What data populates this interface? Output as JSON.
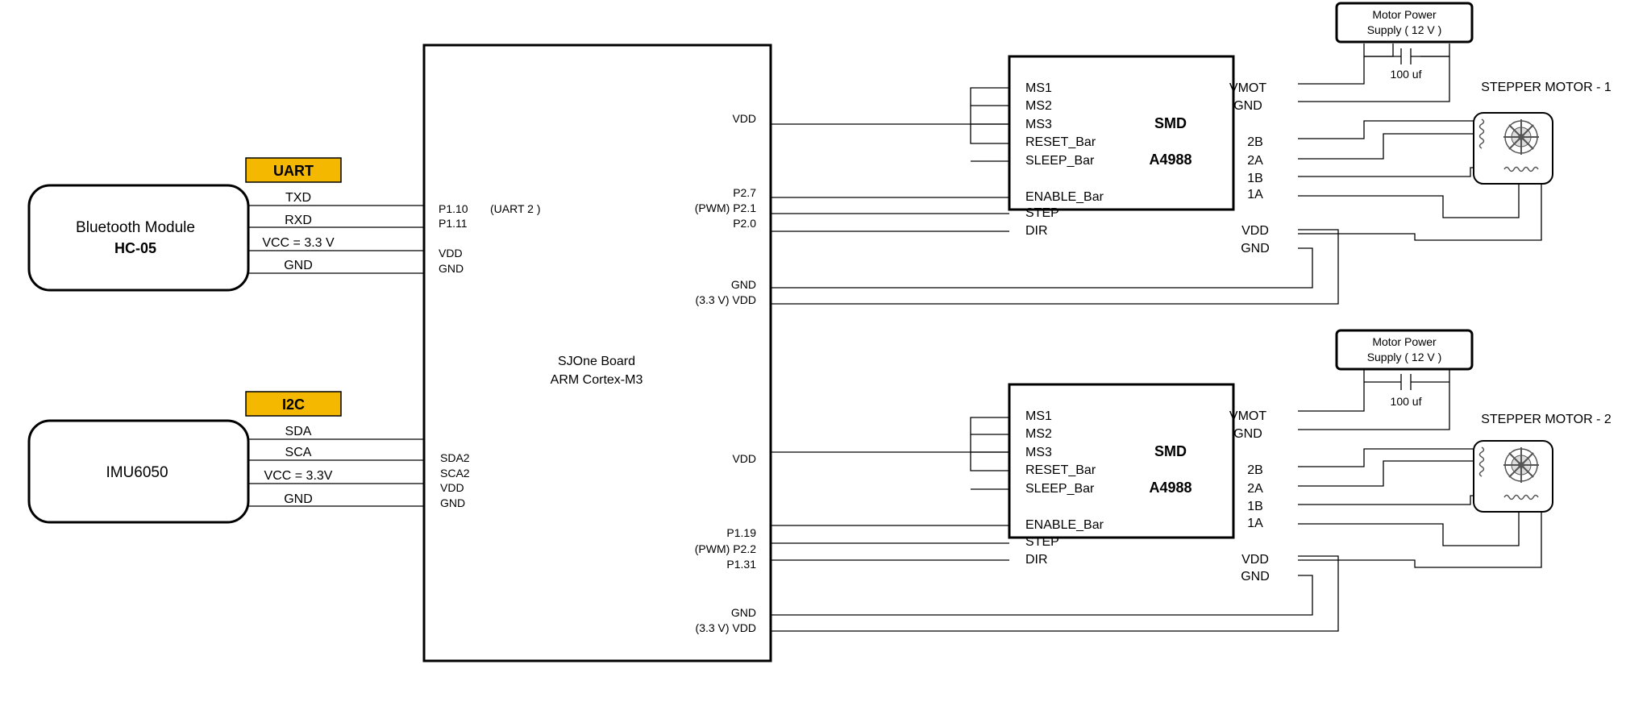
{
  "bluetooth": {
    "title": "Bluetooth Module",
    "model": "HC-05",
    "badge": "UART",
    "pins": [
      "TXD",
      "RXD",
      "VCC = 3.3 V",
      "GND"
    ]
  },
  "imu": {
    "title": "IMU6050",
    "badge": "I2C",
    "pins": [
      "SDA",
      "SCA",
      "VCC = 3.3V",
      "GND"
    ]
  },
  "mcu": {
    "title": "SJOne Board",
    "subtitle": "ARM Cortex-M3",
    "left_top": [
      "P1.10",
      "P1.11",
      "VDD",
      "GND"
    ],
    "uart_label": "(UART 2 )",
    "left_bottom": [
      "SDA2",
      "SCA2",
      "VDD",
      "GND"
    ],
    "right_top": {
      "vdd": "VDD",
      "p1": "P2.7",
      "p2": "(PWM) P2.1",
      "p3": "P2.0",
      "gnd": "GND",
      "vdd2": "(3.3 V) VDD"
    },
    "right_bottom": {
      "vdd": "VDD",
      "p1": "P1.19",
      "p2": "(PWM) P2.2",
      "p3": "P1.31",
      "gnd": "GND",
      "vdd2": "(3.3 V) VDD"
    }
  },
  "driver": {
    "name1": "SMD",
    "name2": "A4988",
    "left_pins": [
      "MS1",
      "MS2",
      "MS3",
      "RESET_Bar",
      "SLEEP_Bar",
      "ENABLE_Bar",
      "STEP",
      "DIR"
    ],
    "right_pins": [
      "VMOT",
      "GND",
      "2B",
      "2A",
      "1B",
      "1A",
      "VDD",
      "GND"
    ]
  },
  "power": {
    "line1": "Motor Power",
    "line2": "Supply ( 12 V )",
    "cap": "100 uf"
  },
  "motors": [
    "STEPPER MOTOR - 1",
    "STEPPER MOTOR - 2"
  ],
  "colors": {
    "badge": "#f5b800",
    "line": "#000000"
  }
}
